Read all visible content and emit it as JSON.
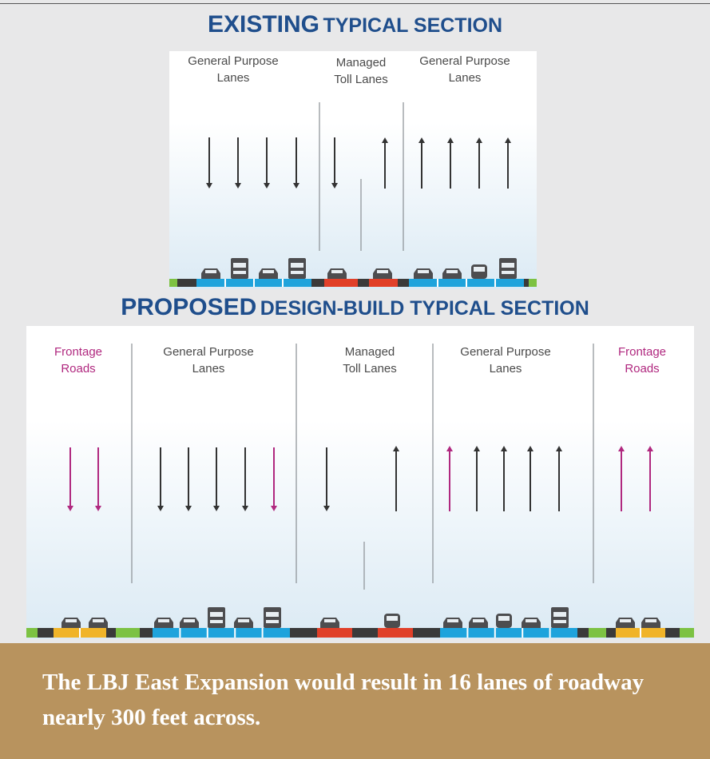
{
  "existing": {
    "title_bold": "EXISTING",
    "title_rest": "TYPICAL SECTION",
    "labels": [
      {
        "line1": "General Purpose",
        "line2": "Lanes",
        "color": "dark"
      },
      {
        "line1": "Managed",
        "line2": "Toll Lanes",
        "color": "dark"
      },
      {
        "line1": "General Purpose",
        "line2": "Lanes",
        "color": "dark"
      }
    ]
  },
  "proposed": {
    "title_bold": "PROPOSED",
    "title_rest": "DESIGN-BUILD TYPICAL SECTION",
    "labels": [
      {
        "line1": "Frontage",
        "line2": "Roads",
        "color": "pink"
      },
      {
        "line1": "General Purpose",
        "line2": "Lanes",
        "color": "dark"
      },
      {
        "line1": "Managed",
        "line2": "Toll Lanes",
        "color": "dark"
      },
      {
        "line1": "General Purpose",
        "line2": "Lanes",
        "color": "dark"
      },
      {
        "line1": "Frontage",
        "line2": "Roads",
        "color": "pink"
      }
    ]
  },
  "caption": "The LBJ East Expansion would result in 16 lanes of roadway nearly 300 feet across.",
  "colors": {
    "title": "#1f4e8c",
    "frontage": "#b0287f",
    "general_purpose_lane": "#1ea3dc",
    "toll_lane": "#e0402a",
    "frontage_lane": "#f0b429",
    "shoulder": "#3a3a3a",
    "grass": "#7cc243",
    "caption_bg": "#b8935e"
  }
}
